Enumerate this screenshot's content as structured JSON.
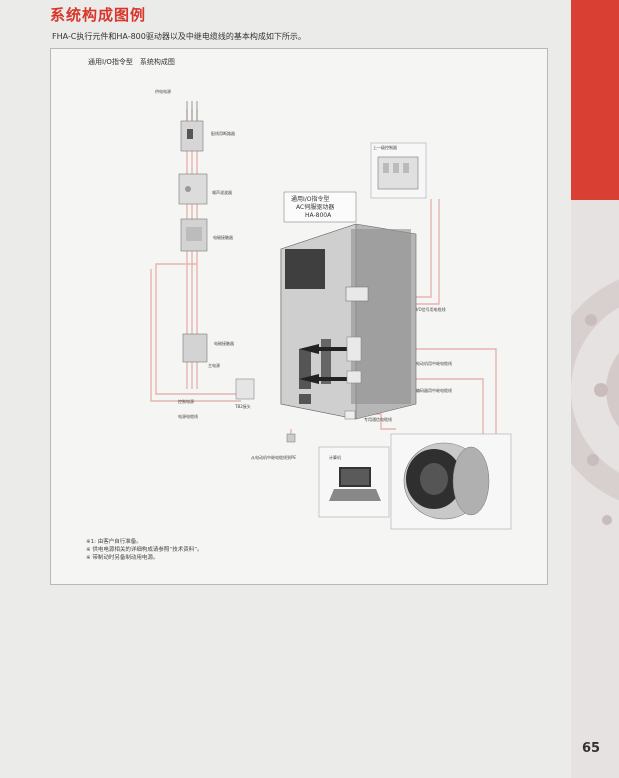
{
  "page": {
    "title": "系统构成图例",
    "intro": "FHA-C执行元件和HA-800驱动器以及中继电缆线的基本构成如下所示。",
    "page_number": "65"
  },
  "diagram": {
    "title": "通用I/O指令型　系统构成图",
    "controller_label": [
      "通用I/O指令型",
      "AC伺服驱动器",
      "HA-800A"
    ],
    "labels": {
      "power_supply": "供电电源",
      "breaker": "配线用断路器",
      "noise_filter": "噪声滤波器",
      "electromagnetic_contactor": "电磁接触器",
      "host_controller": "上一级控制器",
      "io_cable": "I/O信号用电缆线",
      "motor_relay_cable": "电动机用中继电缆线",
      "encoder_relay_cable": "编码器用中继电缆线",
      "comm_cable": "专用通信电缆线",
      "main_power": "主电源",
      "control_power": "控制电源",
      "regen_resistor_cable": "电源电缆线",
      "tb2_connector": "TB2接头",
      "ground_cable": "从电动机中继电缆线到PE",
      "computer": "计算机"
    }
  },
  "notes": [
    "※1: 由客户自行准备。",
    "※ 供电电源相关的详细构成请参照“技术资料”。",
    "※ 带制动时另备制动用电源。"
  ],
  "colors": {
    "title_red": "#d9362b",
    "tab_red": "#d93f33",
    "cable_pink": "#e7b4b0"
  }
}
